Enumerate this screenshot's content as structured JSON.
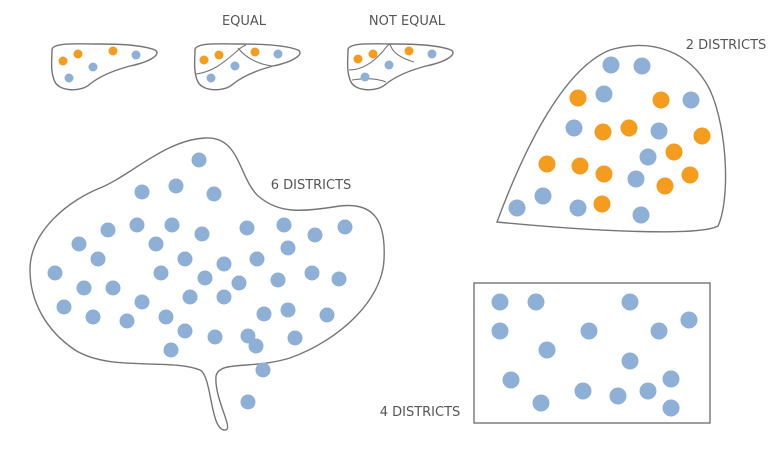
{
  "labels": {
    "equal": "EQUAL",
    "not_equal": "NOT EQUAL",
    "two_districts": "2 DISTRICTS",
    "six_districts": "6 DISTRICTS",
    "four_districts": "4 DISTRICTS"
  },
  "colors": {
    "orange": "#F39C1E",
    "blue": "#8EB0D6",
    "outline": "#757575"
  },
  "mini_map_dots": [
    "orange",
    "orange",
    "orange",
    "blue",
    "blue",
    "blue"
  ]
}
